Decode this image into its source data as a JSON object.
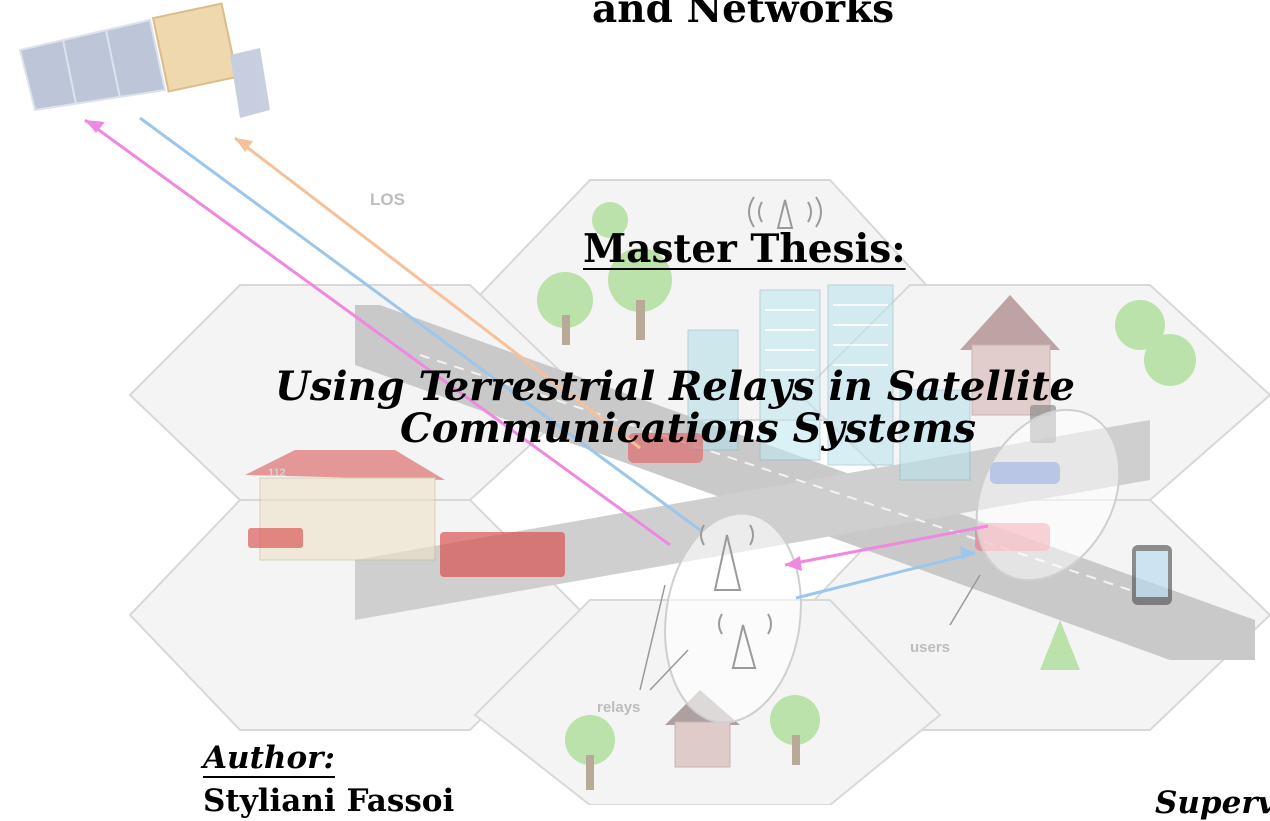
{
  "header": {
    "title_line2": "and Networks"
  },
  "thesis": {
    "label": "Master Thesis:",
    "title_line1": "Using Terrestrial Relays in Satellite",
    "title_line2": "Communications Systems"
  },
  "author": {
    "label": "Author:",
    "name": "Styliani Fassoi"
  },
  "supervisor": {
    "label": "Supervi"
  },
  "illustration": {
    "labels": {
      "los": "LOS",
      "users": "users",
      "relays": "relays",
      "station_number": "112"
    },
    "link_colors": {
      "pink": "#ee88e0",
      "blue": "#9cc6ea",
      "orange": "#f6c199"
    }
  }
}
